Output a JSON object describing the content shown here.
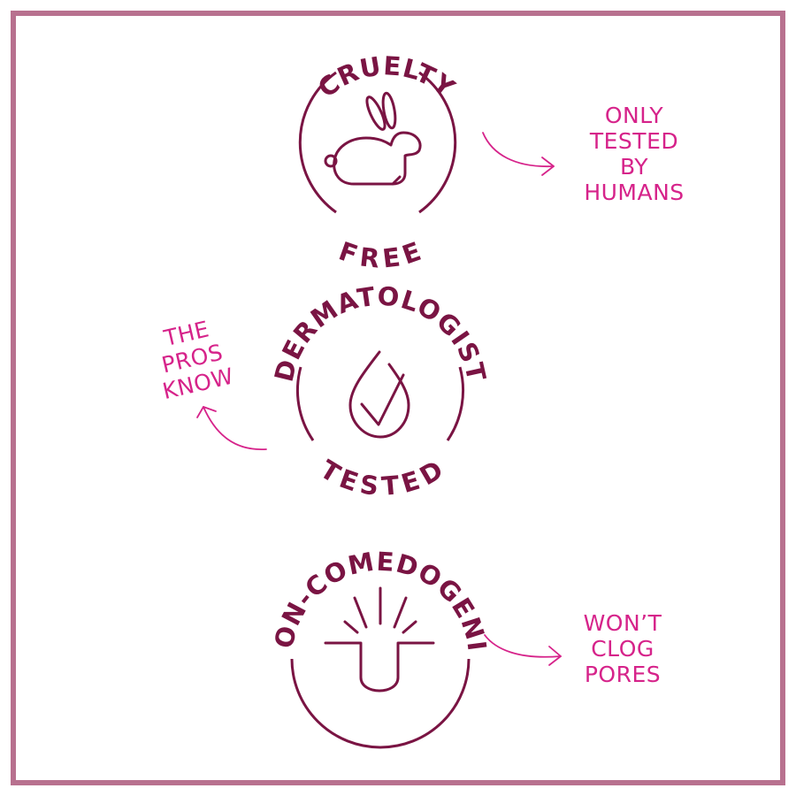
{
  "badges": {
    "cruelty_free": {
      "top": "CRUELTY",
      "bottom": "FREE",
      "icon": "rabbit-icon"
    },
    "dermatologist_tested": {
      "top": "DERMATOLOGIST",
      "bottom": "TESTED",
      "icon": "drop-check-icon"
    },
    "non_comedogenic": {
      "top": "NON-COMEDOGENIC",
      "icon": "pore-icon"
    }
  },
  "notes": {
    "only_tested": "ONLY\nTESTED\nBY\nHUMANS",
    "pros_know": "THE\nPROS\nKNOW",
    "wont_clog": "WON’T\nCLOG\nPORES"
  },
  "colors": {
    "frame": "#b8718f",
    "badge": "#7a1443",
    "note": "#d6238a"
  }
}
